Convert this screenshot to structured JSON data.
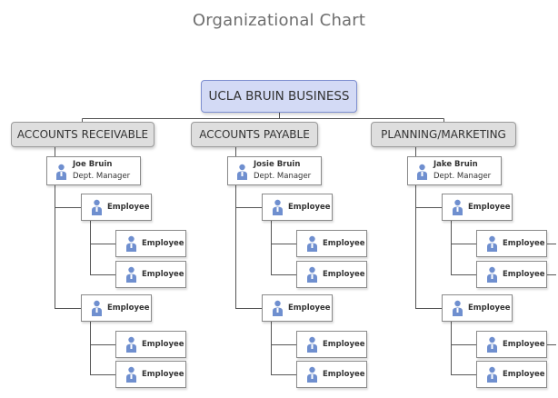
{
  "title": "Organizational Chart",
  "root": {
    "label": "UCLA BRUIN BUSINESS"
  },
  "departments": [
    {
      "label": "ACCOUNTS RECEIVABLE",
      "manager": {
        "name": "Joe Bruin",
        "role": "Dept. Manager"
      },
      "groups": [
        {
          "label": "Employee",
          "children": [
            "Employee",
            "Employee"
          ]
        },
        {
          "label": "Employee",
          "children": [
            "Employee",
            "Employee"
          ]
        }
      ]
    },
    {
      "label": "ACCOUNTS PAYABLE",
      "manager": {
        "name": "Josie Bruin",
        "role": "Dept. Manager"
      },
      "groups": [
        {
          "label": "Employee",
          "children": [
            "Employee",
            "Employee"
          ]
        },
        {
          "label": "Employee",
          "children": [
            "Employee",
            "Employee"
          ]
        }
      ]
    },
    {
      "label": "PLANNING/MARKETING",
      "manager": {
        "name": "Jake Bruin",
        "role": "Dept. Manager"
      },
      "groups": [
        {
          "label": "Employee",
          "children": [
            "Employee",
            "Employee"
          ]
        },
        {
          "label": "Employee",
          "children": [
            "Employee",
            "Employee"
          ]
        }
      ]
    }
  ],
  "colors": {
    "root_fill": "#d3daf5",
    "dept_fill": "#dedede",
    "person_icon": "#6f8fcf",
    "connector": "#555555"
  },
  "icons": {
    "person": "person-icon"
  }
}
